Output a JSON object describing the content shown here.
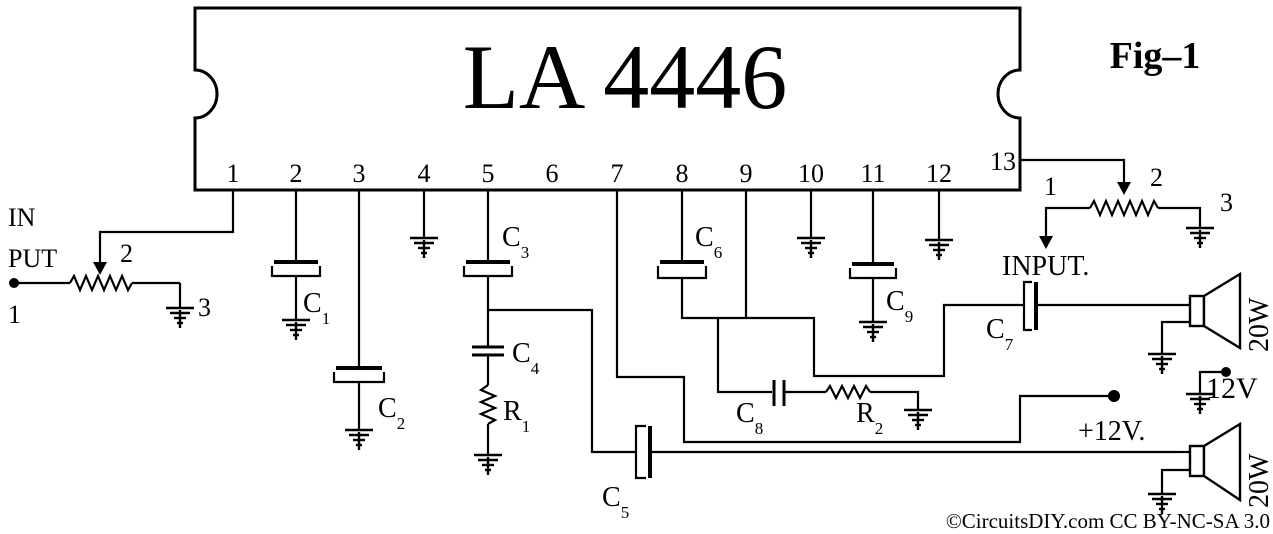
{
  "chip_label": "LA 4446",
  "fig_label": "Fig–1",
  "pins": [
    "1",
    "2",
    "3",
    "4",
    "5",
    "6",
    "7",
    "8",
    "9",
    "10",
    "11",
    "12",
    "13"
  ],
  "left_input": {
    "line1": "IN",
    "line2": "PUT",
    "pot_pin1": "1",
    "pot_pin2": "2",
    "pot_pin3": "3"
  },
  "right_input": {
    "label": "INPUT.",
    "pot_pin1": "1",
    "pot_pin2": "2",
    "pot_pin3": "3"
  },
  "components": {
    "c1": {
      "main": "C",
      "sub": "1"
    },
    "c2": {
      "main": "C",
      "sub": "2"
    },
    "c3": {
      "main": "C",
      "sub": "3"
    },
    "c4": {
      "main": "C",
      "sub": "4"
    },
    "c5": {
      "main": "C",
      "sub": "5"
    },
    "c6": {
      "main": "C",
      "sub": "6"
    },
    "c7": {
      "main": "C",
      "sub": "7"
    },
    "c8": {
      "main": "C",
      "sub": "8"
    },
    "c9": {
      "main": "C",
      "sub": "9"
    },
    "r1": {
      "main": "R",
      "sub": "1"
    },
    "r2": {
      "main": "R",
      "sub": "2"
    }
  },
  "supply_label": "+12V.",
  "supply_label_right": "12V",
  "speaker_top_label": "20W",
  "speaker_bottom_label": "20W",
  "credit": "©CircuitsDIY.com CC BY-NC-SA 3.0"
}
